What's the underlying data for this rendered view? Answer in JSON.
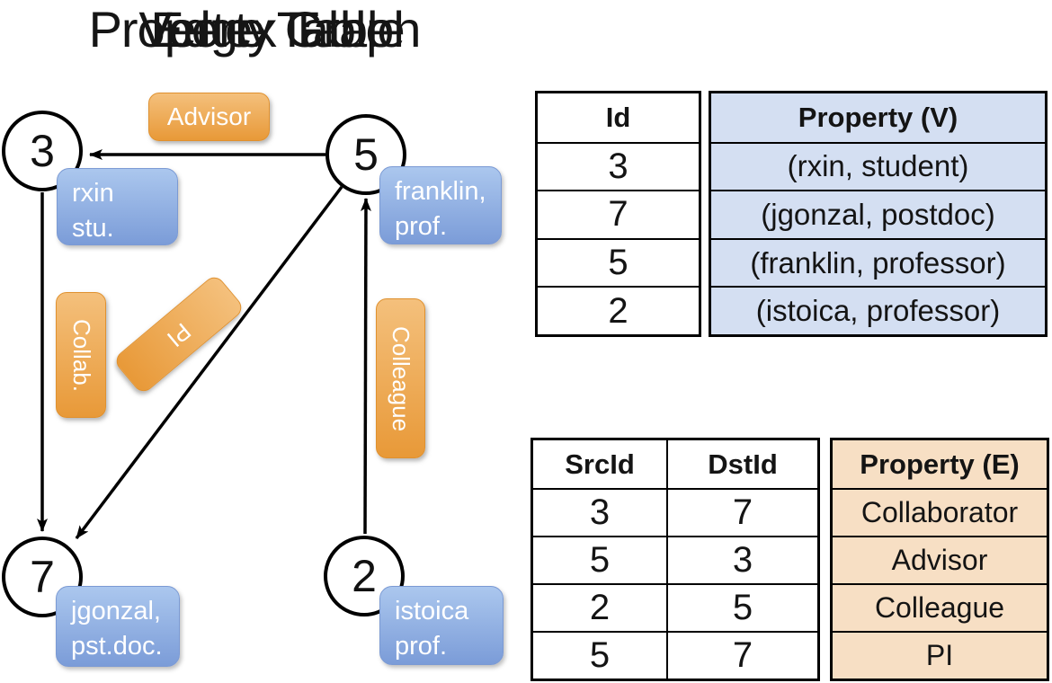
{
  "titles": {
    "graph": "Property Graph",
    "vertex_table": "Vertex Table",
    "edge_table": "Edge Table"
  },
  "graph": {
    "nodes": [
      {
        "id": "3",
        "line1": "rxin",
        "line2": "stu."
      },
      {
        "id": "5",
        "line1": "franklin,",
        "line2": "prof."
      },
      {
        "id": "7",
        "line1": "jgonzal,",
        "line2": "pst.doc."
      },
      {
        "id": "2",
        "line1": "istoica",
        "line2": "prof."
      }
    ],
    "edge_labels": {
      "advisor": "Advisor",
      "collab": "Collab.",
      "pi": "PI",
      "colleague": "Colleague"
    }
  },
  "vertex_table": {
    "headers": {
      "id": "Id",
      "property": "Property (V)"
    },
    "rows": [
      {
        "id": "3",
        "property": "(rxin, student)"
      },
      {
        "id": "7",
        "property": "(jgonzal, postdoc)"
      },
      {
        "id": "5",
        "property": "(franklin, professor)"
      },
      {
        "id": "2",
        "property": "(istoica, professor)"
      }
    ]
  },
  "edge_table": {
    "headers": {
      "src": "SrcId",
      "dst": "DstId",
      "property": "Property (E)"
    },
    "rows": [
      {
        "src": "3",
        "dst": "7",
        "property": "Collaborator"
      },
      {
        "src": "5",
        "dst": "3",
        "property": "Advisor"
      },
      {
        "src": "2",
        "dst": "5",
        "property": "Colleague"
      },
      {
        "src": "5",
        "dst": "7",
        "property": "PI"
      }
    ]
  },
  "colors": {
    "edge_label_orange": "#ec9f45",
    "vertex_label_blue": "#8fadde",
    "vertex_cell_bg": "#d4dff2",
    "edge_cell_bg": "#f7dfc4",
    "line_black": "#000000"
  }
}
